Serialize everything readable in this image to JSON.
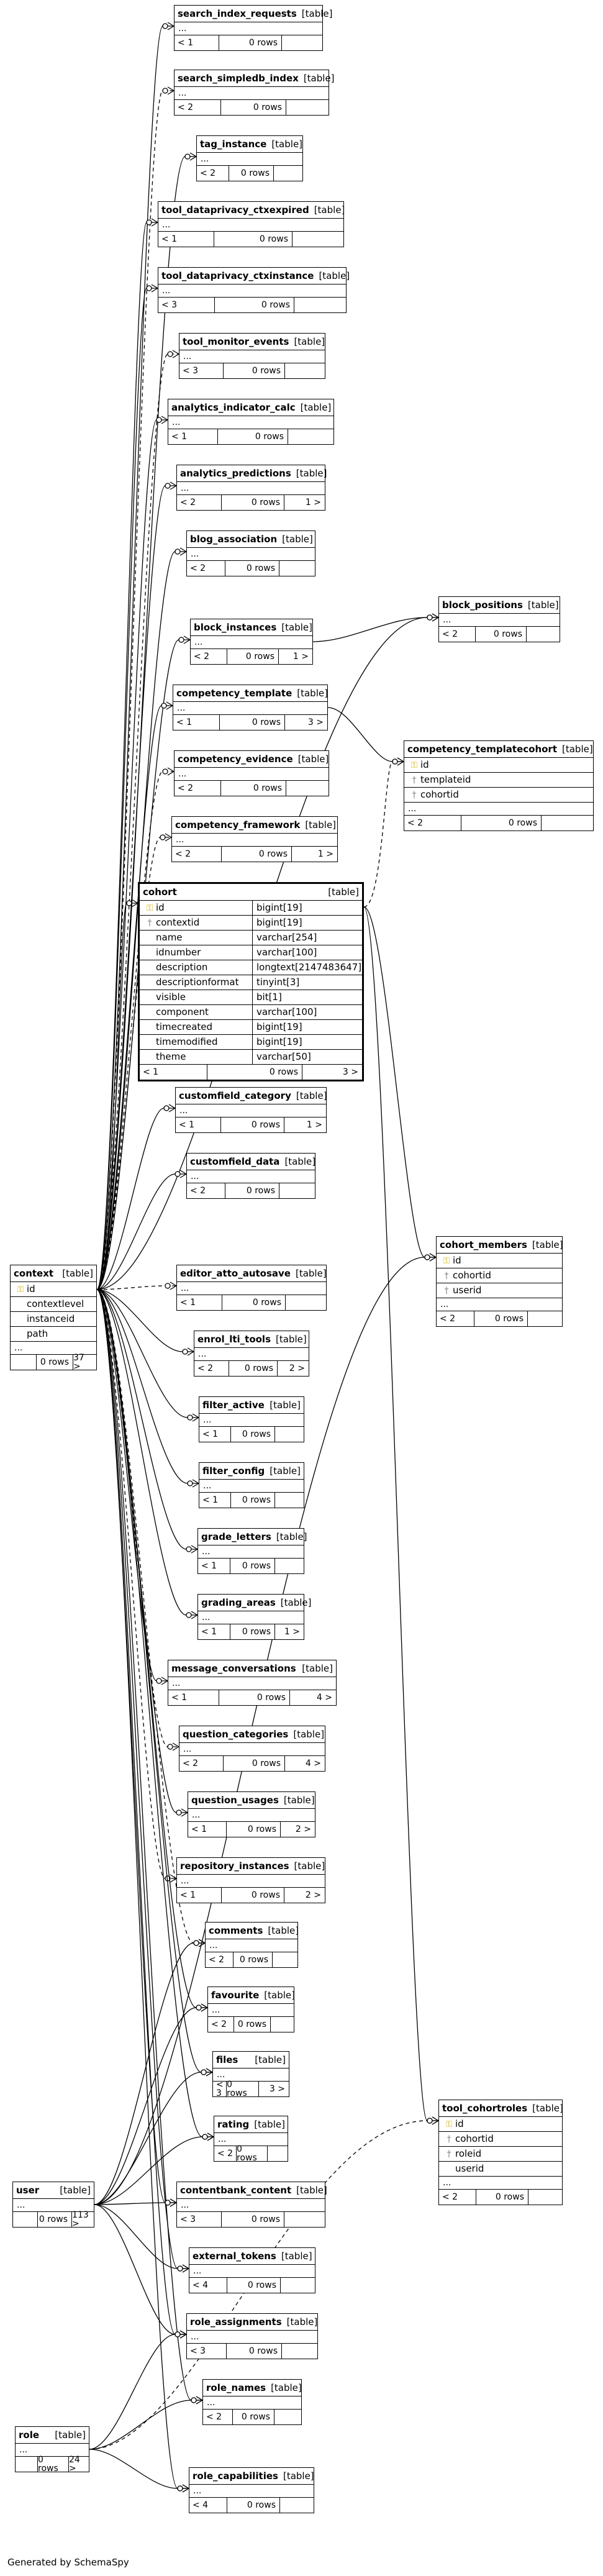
{
  "tables": [
    {
      "id": "search_index_requests",
      "name": "search_index_requests",
      "type": "[table]",
      "rows": [
        {
          "label": "..."
        }
      ],
      "parents": "< 1",
      "row_count": "0 rows",
      "children": ""
    },
    {
      "id": "search_simpledb_index",
      "name": "search_simpledb_index",
      "type": "[table]",
      "rows": [
        {
          "label": "..."
        }
      ],
      "parents": "< 2",
      "row_count": "0 rows",
      "children": ""
    },
    {
      "id": "tag_instance",
      "name": "tag_instance",
      "type": "[table]",
      "rows": [
        {
          "label": "..."
        }
      ],
      "parents": "< 2",
      "row_count": "0 rows",
      "children": ""
    },
    {
      "id": "tool_dataprivacy_ctxexpired",
      "name": "tool_dataprivacy_ctxexpired",
      "type": "[table]",
      "rows": [
        {
          "label": "..."
        }
      ],
      "parents": "< 1",
      "row_count": "0 rows",
      "children": ""
    },
    {
      "id": "tool_dataprivacy_ctxinstance",
      "name": "tool_dataprivacy_ctxinstance",
      "type": "[table]",
      "rows": [
        {
          "label": "..."
        }
      ],
      "parents": "< 3",
      "row_count": "0 rows",
      "children": ""
    },
    {
      "id": "tool_monitor_events",
      "name": "tool_monitor_events",
      "type": "[table]",
      "rows": [
        {
          "label": "..."
        }
      ],
      "parents": "< 3",
      "row_count": "0 rows",
      "children": ""
    },
    {
      "id": "analytics_indicator_calc",
      "name": "analytics_indicator_calc",
      "type": "[table]",
      "rows": [
        {
          "label": "..."
        }
      ],
      "parents": "< 1",
      "row_count": "0 rows",
      "children": ""
    },
    {
      "id": "analytics_predictions",
      "name": "analytics_predictions",
      "type": "[table]",
      "rows": [
        {
          "label": "..."
        }
      ],
      "parents": "< 2",
      "row_count": "0 rows",
      "children": "1 >"
    },
    {
      "id": "blog_association",
      "name": "blog_association",
      "type": "[table]",
      "rows": [
        {
          "label": "..."
        }
      ],
      "parents": "< 2",
      "row_count": "0 rows",
      "children": ""
    },
    {
      "id": "block_instances",
      "name": "block_instances",
      "type": "[table]",
      "rows": [
        {
          "label": "..."
        }
      ],
      "parents": "< 2",
      "row_count": "0 rows",
      "children": "1 >"
    },
    {
      "id": "block_positions",
      "name": "block_positions",
      "type": "[table]",
      "rows": [
        {
          "label": "..."
        }
      ],
      "parents": "< 2",
      "row_count": "0 rows",
      "children": ""
    },
    {
      "id": "competency_template",
      "name": "competency_template",
      "type": "[table]",
      "rows": [
        {
          "label": "..."
        }
      ],
      "parents": "< 1",
      "row_count": "0 rows",
      "children": "3 >"
    },
    {
      "id": "competency_templatecohort",
      "name": "competency_templatecohort",
      "type": "[table]",
      "rows": [
        {
          "label": "id",
          "key": "pk"
        },
        {
          "label": "templateid",
          "key": "fk"
        },
        {
          "label": "cohortid",
          "key": "fk"
        },
        {
          "label": "..."
        }
      ],
      "parents": "< 2",
      "row_count": "0 rows",
      "children": ""
    },
    {
      "id": "competency_evidence",
      "name": "competency_evidence",
      "type": "[table]",
      "rows": [
        {
          "label": "..."
        }
      ],
      "parents": "< 2",
      "row_count": "0 rows",
      "children": ""
    },
    {
      "id": "competency_framework",
      "name": "competency_framework",
      "type": "[table]",
      "rows": [
        {
          "label": "..."
        }
      ],
      "parents": "< 2",
      "row_count": "0 rows",
      "children": "1 >"
    },
    {
      "id": "cohort",
      "name": "cohort",
      "type": "[table]",
      "main": true,
      "rows": [
        {
          "label": "id",
          "key": "pk",
          "dtype": "bigint[19]"
        },
        {
          "label": "contextid",
          "key": "fk",
          "dtype": "bigint[19]"
        },
        {
          "label": "name",
          "dtype": "varchar[254]"
        },
        {
          "label": "idnumber",
          "dtype": "varchar[100]"
        },
        {
          "label": "description",
          "dtype": "longtext[2147483647]"
        },
        {
          "label": "descriptionformat",
          "dtype": "tinyint[3]"
        },
        {
          "label": "visible",
          "dtype": "bit[1]"
        },
        {
          "label": "component",
          "dtype": "varchar[100]"
        },
        {
          "label": "timecreated",
          "dtype": "bigint[19]"
        },
        {
          "label": "timemodified",
          "dtype": "bigint[19]"
        },
        {
          "label": "theme",
          "dtype": "varchar[50]"
        }
      ],
      "parents": "< 1",
      "row_count": "0 rows",
      "children": "3 >"
    },
    {
      "id": "customfield_category",
      "name": "customfield_category",
      "type": "[table]",
      "rows": [
        {
          "label": "..."
        }
      ],
      "parents": "< 1",
      "row_count": "0 rows",
      "children": "1 >"
    },
    {
      "id": "customfield_data",
      "name": "customfield_data",
      "type": "[table]",
      "rows": [
        {
          "label": "..."
        }
      ],
      "parents": "< 2",
      "row_count": "0 rows",
      "children": ""
    },
    {
      "id": "context",
      "name": "context",
      "type": "[table]",
      "rows": [
        {
          "label": "id",
          "key": "pk"
        },
        {
          "label": "contextlevel"
        },
        {
          "label": "instanceid"
        },
        {
          "label": "path"
        },
        {
          "label": "..."
        }
      ],
      "parents": "",
      "row_count": "0 rows",
      "children": "37 >"
    },
    {
      "id": "editor_atto_autosave",
      "name": "editor_atto_autosave",
      "type": "[table]",
      "rows": [
        {
          "label": "..."
        }
      ],
      "parents": "< 1",
      "row_count": "0 rows",
      "children": ""
    },
    {
      "id": "cohort_members",
      "name": "cohort_members",
      "type": "[table]",
      "rows": [
        {
          "label": "id",
          "key": "pk"
        },
        {
          "label": "cohortid",
          "key": "fk"
        },
        {
          "label": "userid",
          "key": "fk"
        },
        {
          "label": "..."
        }
      ],
      "parents": "< 2",
      "row_count": "0 rows",
      "children": ""
    },
    {
      "id": "enrol_lti_tools",
      "name": "enrol_lti_tools",
      "type": "[table]",
      "rows": [
        {
          "label": "..."
        }
      ],
      "parents": "< 2",
      "row_count": "0 rows",
      "children": "2 >"
    },
    {
      "id": "filter_active",
      "name": "filter_active",
      "type": "[table]",
      "rows": [
        {
          "label": "..."
        }
      ],
      "parents": "< 1",
      "row_count": "0 rows",
      "children": ""
    },
    {
      "id": "filter_config",
      "name": "filter_config",
      "type": "[table]",
      "rows": [
        {
          "label": "..."
        }
      ],
      "parents": "< 1",
      "row_count": "0 rows",
      "children": ""
    },
    {
      "id": "grade_letters",
      "name": "grade_letters",
      "type": "[table]",
      "rows": [
        {
          "label": "..."
        }
      ],
      "parents": "< 1",
      "row_count": "0 rows",
      "children": ""
    },
    {
      "id": "grading_areas",
      "name": "grading_areas",
      "type": "[table]",
      "rows": [
        {
          "label": "..."
        }
      ],
      "parents": "< 1",
      "row_count": "0 rows",
      "children": "1 >"
    },
    {
      "id": "message_conversations",
      "name": "message_conversations",
      "type": "[table]",
      "rows": [
        {
          "label": "..."
        }
      ],
      "parents": "< 1",
      "row_count": "0 rows",
      "children": "4 >"
    },
    {
      "id": "question_categories",
      "name": "question_categories",
      "type": "[table]",
      "rows": [
        {
          "label": "..."
        }
      ],
      "parents": "< 2",
      "row_count": "0 rows",
      "children": "4 >"
    },
    {
      "id": "question_usages",
      "name": "question_usages",
      "type": "[table]",
      "rows": [
        {
          "label": "..."
        }
      ],
      "parents": "< 1",
      "row_count": "0 rows",
      "children": "2 >"
    },
    {
      "id": "repository_instances",
      "name": "repository_instances",
      "type": "[table]",
      "rows": [
        {
          "label": "..."
        }
      ],
      "parents": "< 1",
      "row_count": "0 rows",
      "children": "2 >"
    },
    {
      "id": "comments",
      "name": "comments",
      "type": "[table]",
      "rows": [
        {
          "label": "..."
        }
      ],
      "parents": "< 2",
      "row_count": "0 rows",
      "children": ""
    },
    {
      "id": "favourite",
      "name": "favourite",
      "type": "[table]",
      "rows": [
        {
          "label": "..."
        }
      ],
      "parents": "< 2",
      "row_count": "0 rows",
      "children": ""
    },
    {
      "id": "files",
      "name": "files",
      "type": "[table]",
      "rows": [
        {
          "label": "..."
        }
      ],
      "parents": "< 3",
      "row_count": "0 rows",
      "children": "3 >"
    },
    {
      "id": "tool_cohortroles",
      "name": "tool_cohortroles",
      "type": "[table]",
      "rows": [
        {
          "label": "id",
          "key": "pk"
        },
        {
          "label": "cohortid",
          "key": "fk"
        },
        {
          "label": "roleid",
          "key": "fk"
        },
        {
          "label": "userid"
        },
        {
          "label": "..."
        }
      ],
      "parents": "< 2",
      "row_count": "0 rows",
      "children": ""
    },
    {
      "id": "rating",
      "name": "rating",
      "type": "[table]",
      "rows": [
        {
          "label": "..."
        }
      ],
      "parents": "< 2",
      "row_count": "0 rows",
      "children": ""
    },
    {
      "id": "user",
      "name": "user",
      "type": "[table]",
      "rows": [
        {
          "label": "..."
        }
      ],
      "parents": "",
      "row_count": "0 rows",
      "children": "113 >"
    },
    {
      "id": "contentbank_content",
      "name": "contentbank_content",
      "type": "[table]",
      "rows": [
        {
          "label": "..."
        }
      ],
      "parents": "< 3",
      "row_count": "0 rows",
      "children": ""
    },
    {
      "id": "external_tokens",
      "name": "external_tokens",
      "type": "[table]",
      "rows": [
        {
          "label": "..."
        }
      ],
      "parents": "< 4",
      "row_count": "0 rows",
      "children": ""
    },
    {
      "id": "role_assignments",
      "name": "role_assignments",
      "type": "[table]",
      "rows": [
        {
          "label": "..."
        }
      ],
      "parents": "< 3",
      "row_count": "0 rows",
      "children": ""
    },
    {
      "id": "role_names",
      "name": "role_names",
      "type": "[table]",
      "rows": [
        {
          "label": "..."
        }
      ],
      "parents": "< 2",
      "row_count": "0 rows",
      "children": ""
    },
    {
      "id": "role",
      "name": "role",
      "type": "[table]",
      "rows": [
        {
          "label": "..."
        }
      ],
      "parents": "",
      "row_count": "0 rows",
      "children": "24 >"
    },
    {
      "id": "role_capabilities",
      "name": "role_capabilities",
      "type": "[table]",
      "rows": [
        {
          "label": "..."
        }
      ],
      "parents": "< 4",
      "row_count": "0 rows",
      "children": ""
    }
  ],
  "relationships": [
    {
      "from": "context",
      "to": "search_index_requests",
      "style": "solid"
    },
    {
      "from": "context",
      "to": "search_simpledb_index",
      "style": "dashed"
    },
    {
      "from": "context",
      "to": "tag_instance",
      "style": "solid"
    },
    {
      "from": "context",
      "to": "tool_dataprivacy_ctxexpired",
      "style": "solid"
    },
    {
      "from": "context",
      "to": "tool_dataprivacy_ctxinstance",
      "style": "solid"
    },
    {
      "from": "context",
      "to": "tool_monitor_events",
      "style": "dashed"
    },
    {
      "from": "context",
      "to": "analytics_indicator_calc",
      "style": "solid"
    },
    {
      "from": "context",
      "to": "analytics_predictions",
      "style": "solid"
    },
    {
      "from": "context",
      "to": "blog_association",
      "style": "solid"
    },
    {
      "from": "context",
      "to": "block_instances",
      "style": "solid"
    },
    {
      "from": "context",
      "to": "block_positions",
      "style": "solid"
    },
    {
      "from": "block_instances",
      "to": "block_positions",
      "style": "solid"
    },
    {
      "from": "context",
      "to": "competency_template",
      "style": "solid"
    },
    {
      "from": "competency_template",
      "to": "competency_templatecohort",
      "style": "solid"
    },
    {
      "from": "cohort",
      "to": "competency_templatecohort",
      "style": "dashed"
    },
    {
      "from": "context",
      "to": "competency_evidence",
      "style": "dashed"
    },
    {
      "from": "context",
      "to": "competency_framework",
      "style": "dashed"
    },
    {
      "from": "context",
      "to": "cohort",
      "style": "solid"
    },
    {
      "from": "cohort",
      "to": "cohort_members",
      "style": "solid"
    },
    {
      "from": "cohort",
      "to": "tool_cohortroles",
      "style": "solid"
    },
    {
      "from": "user",
      "to": "cohort_members",
      "style": "solid"
    },
    {
      "from": "role",
      "to": "tool_cohortroles",
      "style": "dashed"
    },
    {
      "from": "context",
      "to": "customfield_category",
      "style": "solid"
    },
    {
      "from": "context",
      "to": "customfield_data",
      "style": "solid"
    },
    {
      "from": "context",
      "to": "editor_atto_autosave",
      "style": "dashed"
    },
    {
      "from": "context",
      "to": "enrol_lti_tools",
      "style": "solid"
    },
    {
      "from": "context",
      "to": "filter_active",
      "style": "solid"
    },
    {
      "from": "context",
      "to": "filter_config",
      "style": "solid"
    },
    {
      "from": "context",
      "to": "grade_letters",
      "style": "solid"
    },
    {
      "from": "context",
      "to": "grading_areas",
      "style": "solid"
    },
    {
      "from": "context",
      "to": "message_conversations",
      "style": "solid"
    },
    {
      "from": "context",
      "to": "question_categories",
      "style": "dashed"
    },
    {
      "from": "context",
      "to": "question_usages",
      "style": "solid"
    },
    {
      "from": "context",
      "to": "repository_instances",
      "style": "dashed"
    },
    {
      "from": "context",
      "to": "comments",
      "style": "dashed"
    },
    {
      "from": "context",
      "to": "favourite",
      "style": "solid"
    },
    {
      "from": "context",
      "to": "files",
      "style": "solid"
    },
    {
      "from": "context",
      "to": "rating",
      "style": "solid"
    },
    {
      "from": "context",
      "to": "contentbank_content",
      "style": "solid"
    },
    {
      "from": "context",
      "to": "external_tokens",
      "style": "solid"
    },
    {
      "from": "context",
      "to": "role_assignments",
      "style": "solid"
    },
    {
      "from": "context",
      "to": "role_names",
      "style": "solid"
    },
    {
      "from": "context",
      "to": "role_capabilities",
      "style": "solid"
    },
    {
      "from": "user",
      "to": "comments",
      "style": "solid"
    },
    {
      "from": "user",
      "to": "favourite",
      "style": "solid"
    },
    {
      "from": "user",
      "to": "files",
      "style": "solid"
    },
    {
      "from": "user",
      "to": "rating",
      "style": "solid"
    },
    {
      "from": "user",
      "to": "contentbank_content",
      "style": "solid"
    },
    {
      "from": "user",
      "to": "external_tokens",
      "style": "solid"
    },
    {
      "from": "user",
      "to": "role_assignments",
      "style": "solid"
    },
    {
      "from": "role",
      "to": "role_assignments",
      "style": "solid"
    },
    {
      "from": "role",
      "to": "role_names",
      "style": "solid"
    },
    {
      "from": "role",
      "to": "role_capabilities",
      "style": "solid"
    }
  ],
  "footer": "Generated by SchemaSpy"
}
